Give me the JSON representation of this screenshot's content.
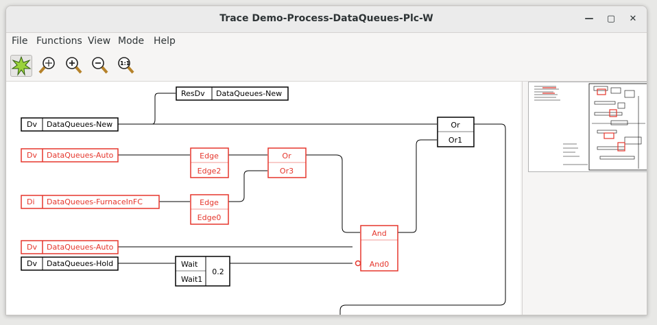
{
  "window": {
    "title": "Trace Demo-Process-DataQueues-Plc-W",
    "minimize_glyph": "—",
    "maximize_glyph": "▢",
    "close_glyph": "✕"
  },
  "menubar": {
    "items": [
      "File",
      "Functions",
      "View",
      "Mode",
      "Help"
    ]
  },
  "toolbar": {
    "icons": [
      "select-icon",
      "zoom-reset-icon",
      "zoom-in-icon",
      "zoom-out-icon",
      "zoom-1to1-icon"
    ]
  },
  "colors": {
    "active": "#e5352b",
    "normal": "#000000"
  },
  "diagram": {
    "resdv": {
      "type": "ResDv",
      "name": "DataQueues-New"
    },
    "dv_new": {
      "type": "Dv",
      "name": "DataQueues-New"
    },
    "dv_auto1": {
      "type": "Dv",
      "name": "DataQueues-Auto"
    },
    "di_furnace": {
      "type": "Di",
      "name": "DataQueues-FurnaceInFC"
    },
    "dv_auto2": {
      "type": "Dv",
      "name": "DataQueues-Auto"
    },
    "dv_hold": {
      "type": "Dv",
      "name": "DataQueues-Hold"
    },
    "edge2": {
      "type": "Edge",
      "name": "Edge2"
    },
    "edge0": {
      "type": "Edge",
      "name": "Edge0"
    },
    "or3": {
      "type": "Or",
      "name": "Or3"
    },
    "or1": {
      "type": "Or",
      "name": "Or1"
    },
    "and0": {
      "type": "And",
      "name": "And0"
    },
    "wait1": {
      "type": "Wait",
      "name": "Wait1",
      "time": "0.2"
    }
  }
}
